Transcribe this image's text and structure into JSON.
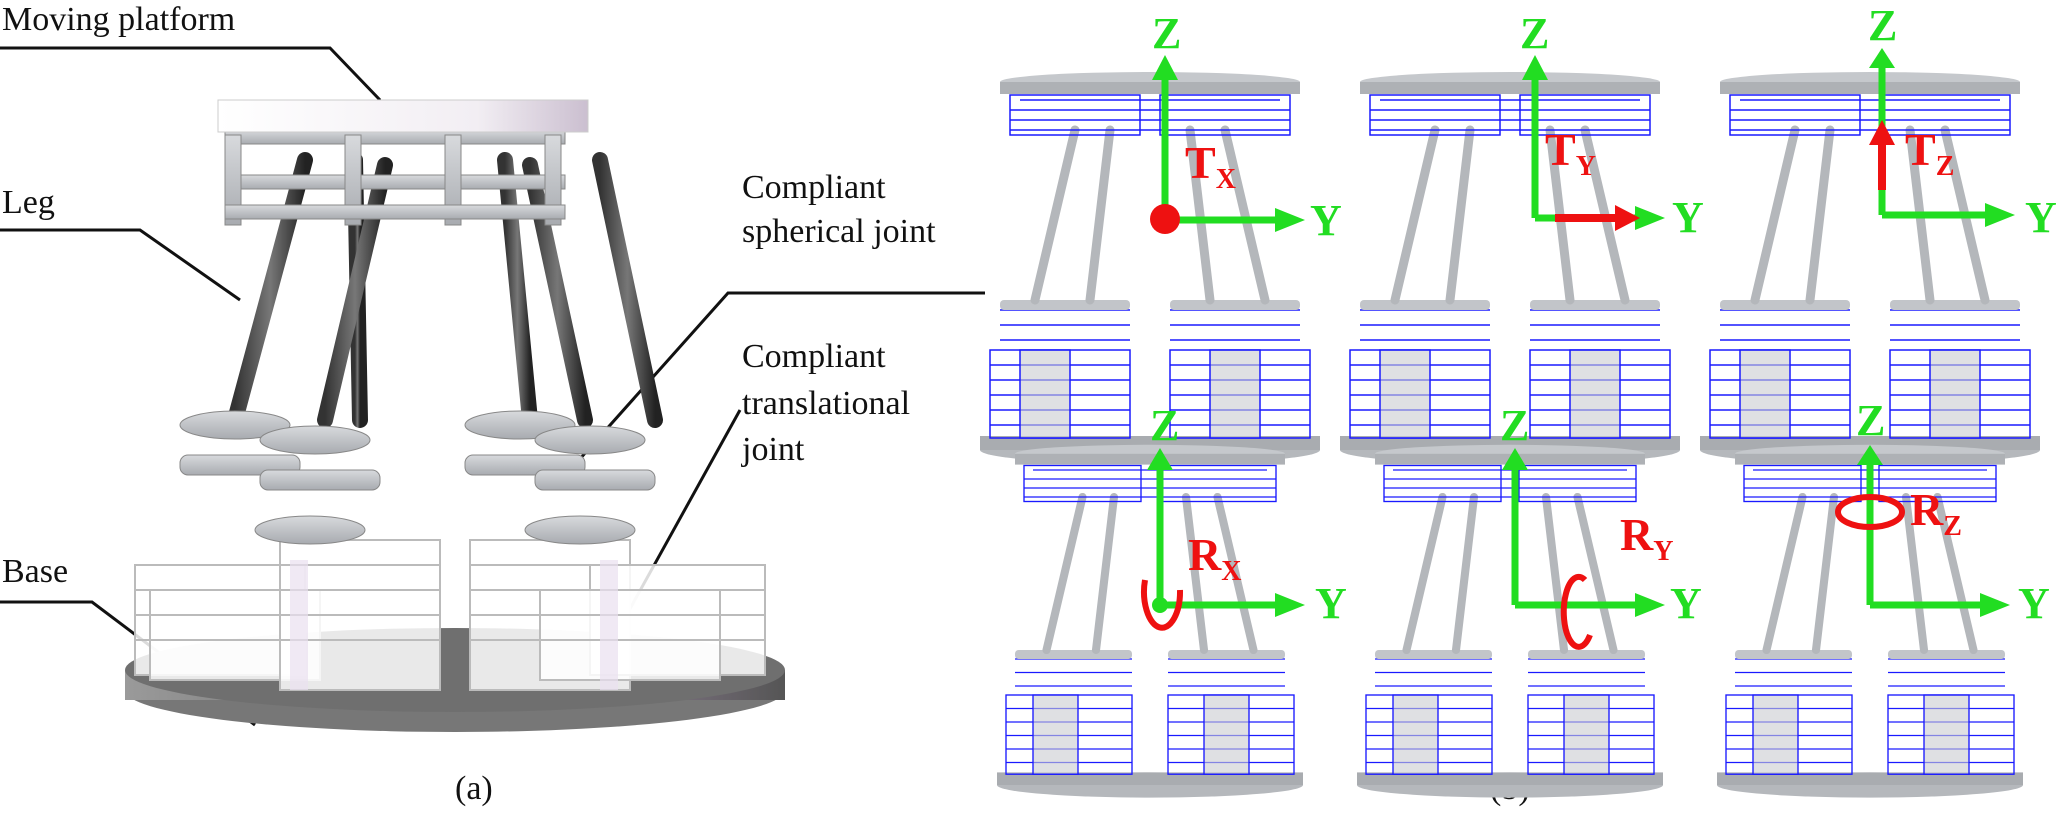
{
  "panel_a": {
    "caption": "(a)",
    "labels": {
      "moving_platform": "Moving platform",
      "leg": "Leg",
      "spherical_line1": "Compliant",
      "spherical_line2": "spherical joint",
      "translational_line1": "Compliant",
      "translational_line2": "translational",
      "translational_line3": "joint",
      "base": "Base"
    }
  },
  "panel_b": {
    "caption": "(b)",
    "axis_z": "Z",
    "axis_y": "Y",
    "views": [
      {
        "motion": "T",
        "sub": "X"
      },
      {
        "motion": "T",
        "sub": "Y"
      },
      {
        "motion": "T",
        "sub": "Z"
      },
      {
        "motion": "R",
        "sub": "X"
      },
      {
        "motion": "R",
        "sub": "Y"
      },
      {
        "motion": "R",
        "sub": "Z"
      }
    ]
  },
  "colors": {
    "axis": "#22dd22",
    "motion": "#ee1111",
    "wire": "#1a1aff",
    "body": "#bfc3c8"
  }
}
